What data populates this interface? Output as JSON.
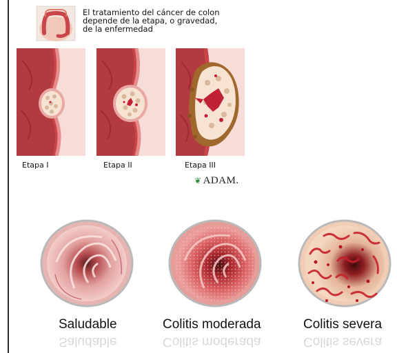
{
  "header": {
    "text": "El tratamiento del cáncer de colon\ndepende de la etapa, o gravedad,\nde la enfermedad"
  },
  "stages": [
    {
      "label": "Etapa I"
    },
    {
      "label": "Etapa II"
    },
    {
      "label": "Etapa III"
    }
  ],
  "logo": {
    "text": "ADAM."
  },
  "colitis": [
    {
      "label": "Saludable"
    },
    {
      "label": "Colitis moderada"
    },
    {
      "label": "Colitis severa"
    }
  ],
  "colors": {
    "wall": "#c8454a",
    "wall_light": "#f2b2b0",
    "tumor": "#f6e3d2",
    "tumor_spots": "#c22034",
    "invasion": "#a0682c"
  }
}
